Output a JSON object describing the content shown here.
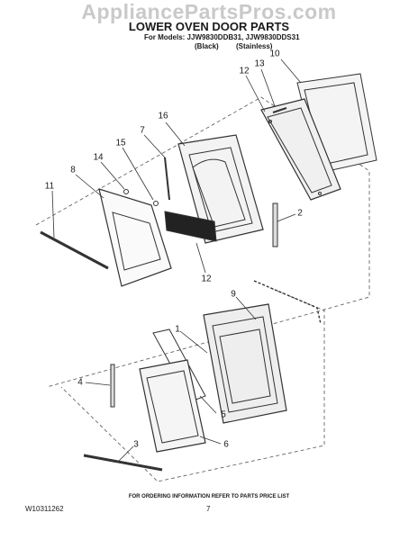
{
  "watermark": "AppliancePartsPros.com",
  "title": "LOWER OVEN DOOR PARTS",
  "models_line": "For Models: JJW9830DDB31, JJW9830DDS31",
  "variants": [
    "(Black)",
    "(Stainless)"
  ],
  "callouts": [
    "10",
    "13",
    "12",
    "16",
    "7",
    "15",
    "14",
    "8",
    "11",
    "2",
    "12",
    "9",
    "1",
    "4",
    "5",
    "6",
    "3"
  ],
  "footer_note": "FOR ORDERING INFORMATION REFER TO PARTS PRICE LIST",
  "doc_number": "W10311262",
  "page_number": "7"
}
